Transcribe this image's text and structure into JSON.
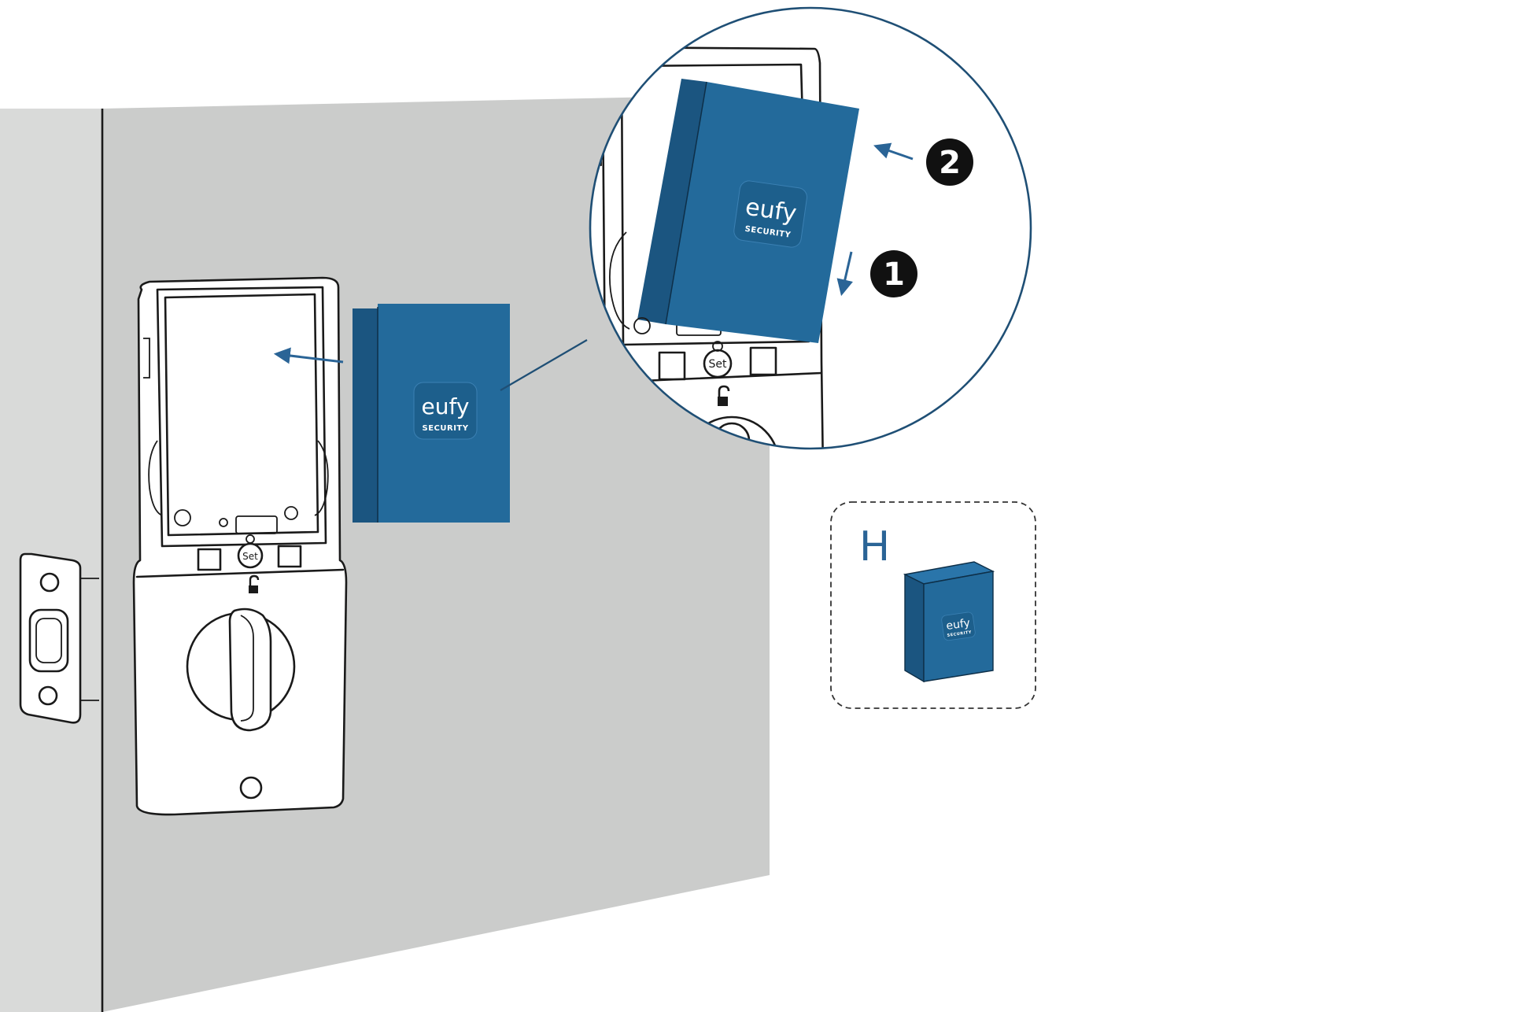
{
  "colors": {
    "door": "#cbcccb",
    "door_edge": "#d9dad9",
    "card_blue": "#236a9b",
    "card_blue_dark": "#1b5580",
    "logo_tile": "#1d5f8c",
    "arrow": "#2a6496",
    "outline": "#1a1a1a"
  },
  "card": {
    "brand_word": "eufy",
    "brand_sub": "SECURITY"
  },
  "lock": {
    "set_button_label": "Set",
    "unlock_icon": "padlock-open-icon"
  },
  "steps": [
    {
      "number": "1"
    },
    {
      "number": "2"
    }
  ],
  "part_box": {
    "letter": "H",
    "brand_word": "eufy",
    "brand_sub": "SECURITY"
  }
}
